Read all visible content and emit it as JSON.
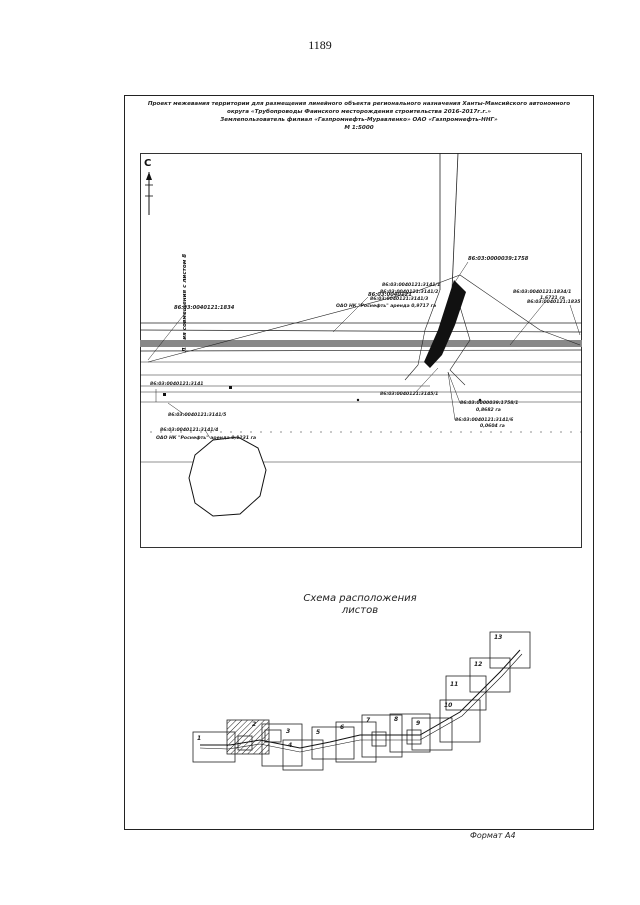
{
  "page_number": "1189",
  "title": {
    "line1": "Проект межевания территории для размещения линейного объекта регионального назначения Ханты-Мансийского автономного",
    "line2": "округа «Трубопроводы Фаинского месторождения строительства 2016-2017г.г.»",
    "line3": "Землепользователь филиал «Газпромнефть-Муравленко» ОАО «Газпромнефть-ННГ»",
    "scale": "М 1:5000"
  },
  "map": {
    "north_letter": "С",
    "side_label": "Линия совмещения с листом 8",
    "labels": [
      {
        "id": "lbl-1",
        "text": "86:03:0000039:1758"
      },
      {
        "id": "lbl-2",
        "text": "86:03:0040121"
      },
      {
        "id": "lbl-3",
        "text": "86:03:0040121:3141/1"
      },
      {
        "id": "lbl-4",
        "text": "86:03:0040121:3141/2"
      },
      {
        "id": "lbl-5",
        "text": "86:03:0040121:3141/3"
      },
      {
        "id": "lbl-6",
        "text": "ОАО НК \"Роснефть\" аренда 0,9717 га"
      },
      {
        "id": "lbl-7",
        "text": "86:03:0040121:1834"
      },
      {
        "id": "lbl-8",
        "text": "86:03:0040121:1834/1"
      },
      {
        "id": "lbl-9",
        "text": "1,6721 га"
      },
      {
        "id": "lbl-10",
        "text": "86:03:0040121:1835"
      },
      {
        "id": "lbl-11",
        "text": "86:03:0040121:3141"
      },
      {
        "id": "lbl-12",
        "text": "86:03:0040121:3141/5"
      },
      {
        "id": "lbl-13",
        "text": "86:03:0040121:3141/4"
      },
      {
        "id": "lbl-14",
        "text": "ОАО НК \"Роснефть\" аренда 0,1231 га"
      },
      {
        "id": "lbl-15",
        "text": "86:03:0040121:3145/1"
      },
      {
        "id": "lbl-16",
        "text": "86:03:0000039:1758/1"
      },
      {
        "id": "lbl-17",
        "text": "0,8682 га"
      },
      {
        "id": "lbl-18",
        "text": "86:03:0040121:3141/6"
      },
      {
        "id": "lbl-19",
        "text": "0,0604 га"
      }
    ]
  },
  "scheme": {
    "title_line1": "Схема расположения",
    "title_line2": "листов",
    "sheet_numbers": [
      "1",
      "2",
      "3",
      "4",
      "5",
      "6",
      "7",
      "8",
      "9",
      "10",
      "11",
      "12",
      "13"
    ]
  },
  "format_label": "Формат А4"
}
